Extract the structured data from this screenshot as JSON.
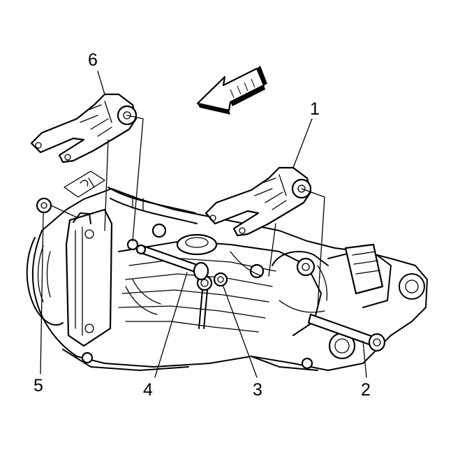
{
  "diagram": {
    "callouts": [
      {
        "id": "1",
        "label": "1"
      },
      {
        "id": "2",
        "label": "2"
      },
      {
        "id": "3",
        "label": "3"
      },
      {
        "id": "4",
        "label": "4"
      },
      {
        "id": "5",
        "label": "5"
      },
      {
        "id": "6",
        "label": "6"
      }
    ],
    "icons": {
      "direction": "front-direction-arrow-icon"
    }
  }
}
